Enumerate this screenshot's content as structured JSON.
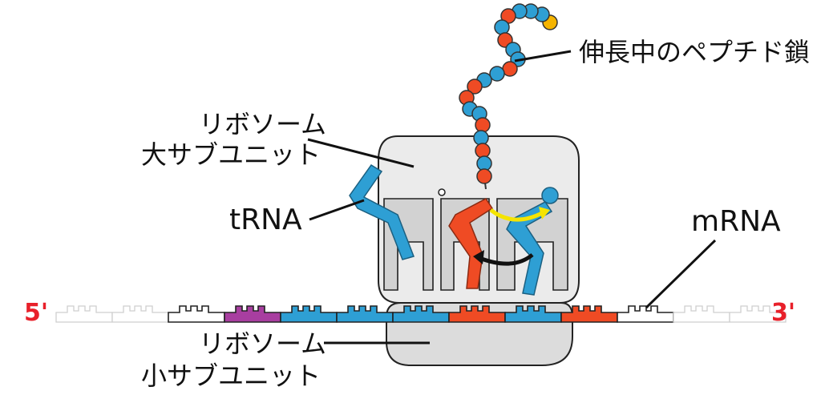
{
  "labels": {
    "peptide": "伸長中のペプチド鎖",
    "large_subunit_line1": "リボソーム",
    "large_subunit_line2": "大サブユニット",
    "trna": "tRNA",
    "mrna": "mRNA",
    "small_subunit_line1": "リボソーム",
    "small_subunit_line2": "小サブユニット",
    "five_prime": "5'",
    "three_prime": "3'"
  },
  "colors": {
    "blue": "#2e9fd4",
    "red": "#ef4b24",
    "purple": "#a83ea0",
    "yellow": "#f5e400",
    "ribosome_fill": "#dcdcdc",
    "ribosome_large_fill": "#ebebeb",
    "end_label": "#e8202a"
  },
  "mrna_codons": [
    "faded",
    "faded",
    "white",
    "purple",
    "blue",
    "blue",
    "blue",
    "red",
    "blue",
    "red",
    "white",
    "faded",
    "faded"
  ],
  "peptide_beads": [
    "yellow",
    "blue",
    "blue",
    "blue",
    "red",
    "blue",
    "red",
    "blue",
    "blue",
    "red",
    "blue",
    "blue",
    "red",
    "red",
    "blue",
    "blue",
    "red",
    "blue",
    "red",
    "blue",
    "red"
  ]
}
